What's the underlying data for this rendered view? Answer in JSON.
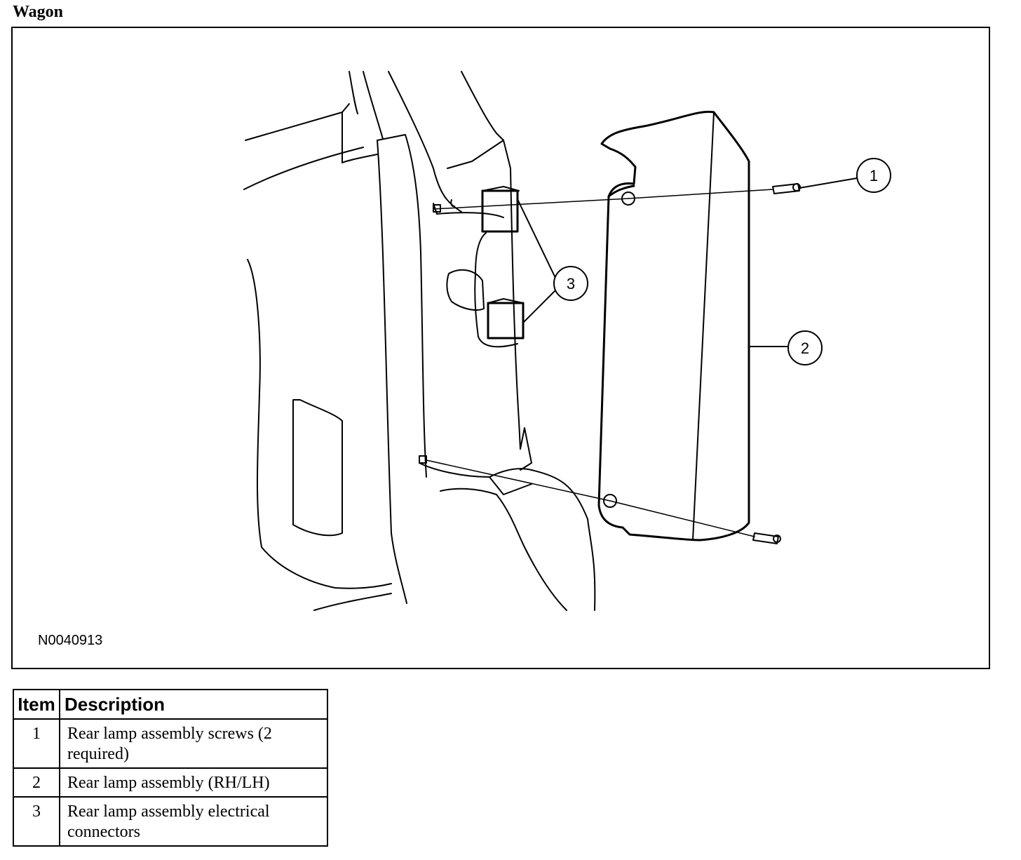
{
  "section_title": "Wagon",
  "figure": {
    "id": "N0040913",
    "callouts": [
      "1",
      "2",
      "3"
    ]
  },
  "legend": {
    "headers": {
      "item": "Item",
      "description": "Description"
    },
    "rows": [
      {
        "item": "1",
        "description": "Rear lamp assembly screws (2 required)"
      },
      {
        "item": "2",
        "description": "Rear lamp assembly (RH/LH)"
      },
      {
        "item": "3",
        "description": "Rear lamp assembly electrical connectors"
      }
    ]
  }
}
